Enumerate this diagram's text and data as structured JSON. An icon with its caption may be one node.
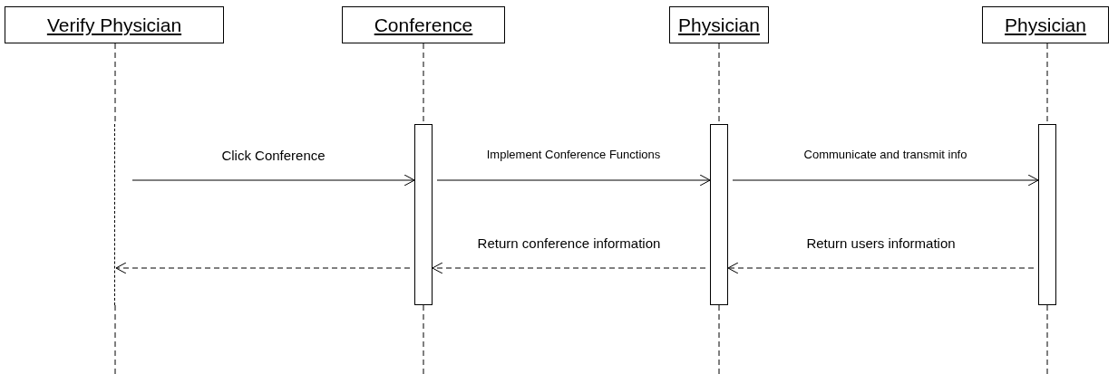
{
  "diagram": {
    "nodes": [
      {
        "text": [
          "Verify Physician"
        ]
      },
      {
        "text": [
          "Conference"
        ]
      },
      {
        "text": [
          "Physician"
        ]
      },
      {
        "text": [
          "Physician"
        ]
      },
      {
        "text": [],
        "shape": "bar"
      },
      {
        "text": [],
        "shape": "bar"
      },
      {
        "text": [],
        "shape": "bar"
      },
      {
        "text": [],
        "shape": "line"
      }
    ],
    "edges": [
      {
        "from": 0,
        "to": 7,
        "arrow": "none",
        "style": "dashed"
      },
      {
        "from": 1,
        "to": 4,
        "arrow": "none",
        "style": "dashed"
      },
      {
        "from": 2,
        "to": 5,
        "arrow": "none",
        "style": "dashed"
      },
      {
        "from": 3,
        "to": 6,
        "arrow": "none",
        "style": "dashed"
      },
      {
        "from": 7,
        "to": 4,
        "arrow": "to",
        "label": "Click Conference"
      },
      {
        "from": 4,
        "to": 5,
        "arrow": "to",
        "label": "Implement Conference Functions"
      },
      {
        "from": 5,
        "to": 6,
        "arrow": "to",
        "label": "Communicate and transmit info"
      },
      {
        "from": 6,
        "to": 5,
        "arrow": "to",
        "style": "dashed",
        "label": "Return users information"
      },
      {
        "from": 5,
        "to": 4,
        "arrow": "to",
        "style": "dashed",
        "label": "Return conference information"
      },
      {
        "from": 4,
        "to": 7,
        "arrow": "to",
        "style": "dashed"
      }
    ]
  }
}
